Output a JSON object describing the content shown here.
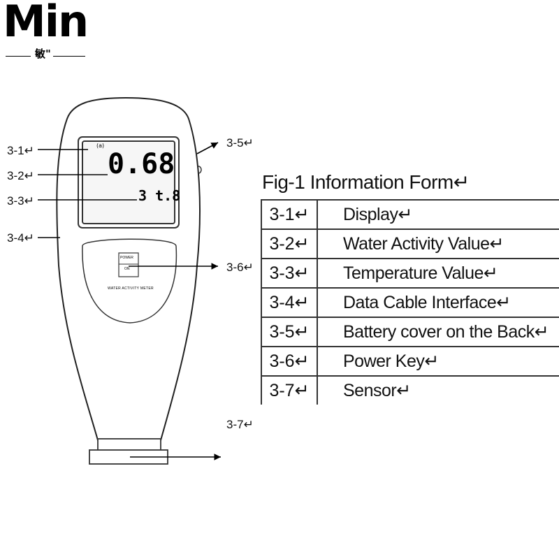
{
  "logo": {
    "main": "Min",
    "sub": "敏\""
  },
  "device": {
    "lcd_indicator": "(a)",
    "lcd_main_value": "0.68",
    "lcd_temperature": "3 t.8",
    "key_label_top": "POWER",
    "key_label_bottom": "ON",
    "panel_text": "WATER ACTIVITY METER"
  },
  "callouts": [
    "3-1↵",
    "3-2↵",
    "3-3↵",
    "3-4↵",
    "3-5↵",
    "3-6↵",
    "3-7↵"
  ],
  "table": {
    "title": "Fig-1  Information Form↵",
    "rows": [
      {
        "code": "3-1↵",
        "desc": "Display↵"
      },
      {
        "code": "3-2↵",
        "desc": "Water Activity   Value↵"
      },
      {
        "code": "3-3↵",
        "desc": "Temperature  Value↵"
      },
      {
        "code": "3-4↵",
        "desc": "Data Cable  Interface↵"
      },
      {
        "code": "3-5↵",
        "desc": "Battery  cover  on the Back↵"
      },
      {
        "code": "3-6↵",
        "desc": "Power Key↵"
      },
      {
        "code": "3-7↵",
        "desc": "Sensor↵"
      }
    ]
  }
}
